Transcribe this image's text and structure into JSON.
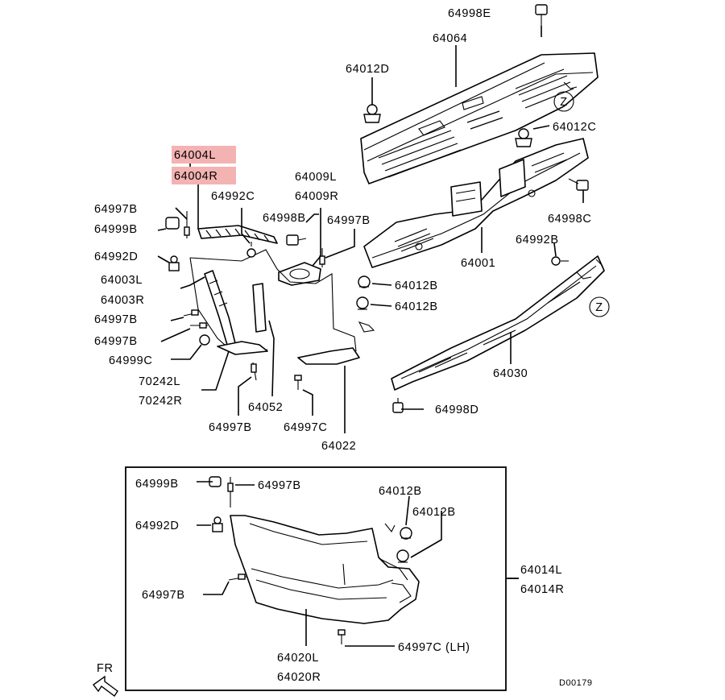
{
  "diagram": {
    "highlight_color": "#f4b3b3",
    "labels": {
      "p64998E": "64998E",
      "p64064": "64064",
      "p64012D": "64012D",
      "p64012C": "64012C",
      "p64004L": "64004L",
      "p64004R": "64004R",
      "p64009L": "64009L",
      "p64009R": "64009R",
      "p64997B_a": "64997B",
      "p64992C": "64992C",
      "p64998B": "64998B",
      "p64997B_b": "64997B",
      "p64999B_a": "64999B",
      "p64998C": "64998C",
      "p64992D_a": "64992D",
      "p64992B": "64992B",
      "p64001": "64001",
      "p64003L": "64003L",
      "p64012B_a": "64012B",
      "p64003R": "64003R",
      "p64012B_b": "64012B",
      "p64997B_c": "64997B",
      "p64997B_d": "64997B",
      "p64999C": "64999C",
      "p64030": "64030",
      "p70242L": "70242L",
      "p70242R": "70242R",
      "p64052": "64052",
      "p64998D": "64998D",
      "p64997B_e": "64997B",
      "p64997C_a": "64997C",
      "p64022": "64022",
      "p64999B_b": "64999B",
      "p64997B_f": "64997B",
      "p64012B_c": "64012B",
      "p64012B_d": "64012B",
      "p64992D_b": "64992D",
      "p64014L": "64014L",
      "p64014R": "64014R",
      "p64997B_g": "64997B",
      "p64020L": "64020L",
      "p64020R": "64020R",
      "p64997C_lh": "64997C (LH)"
    },
    "view_marker": "Z",
    "front_indicator": "FR",
    "diagram_code": "D00179"
  }
}
